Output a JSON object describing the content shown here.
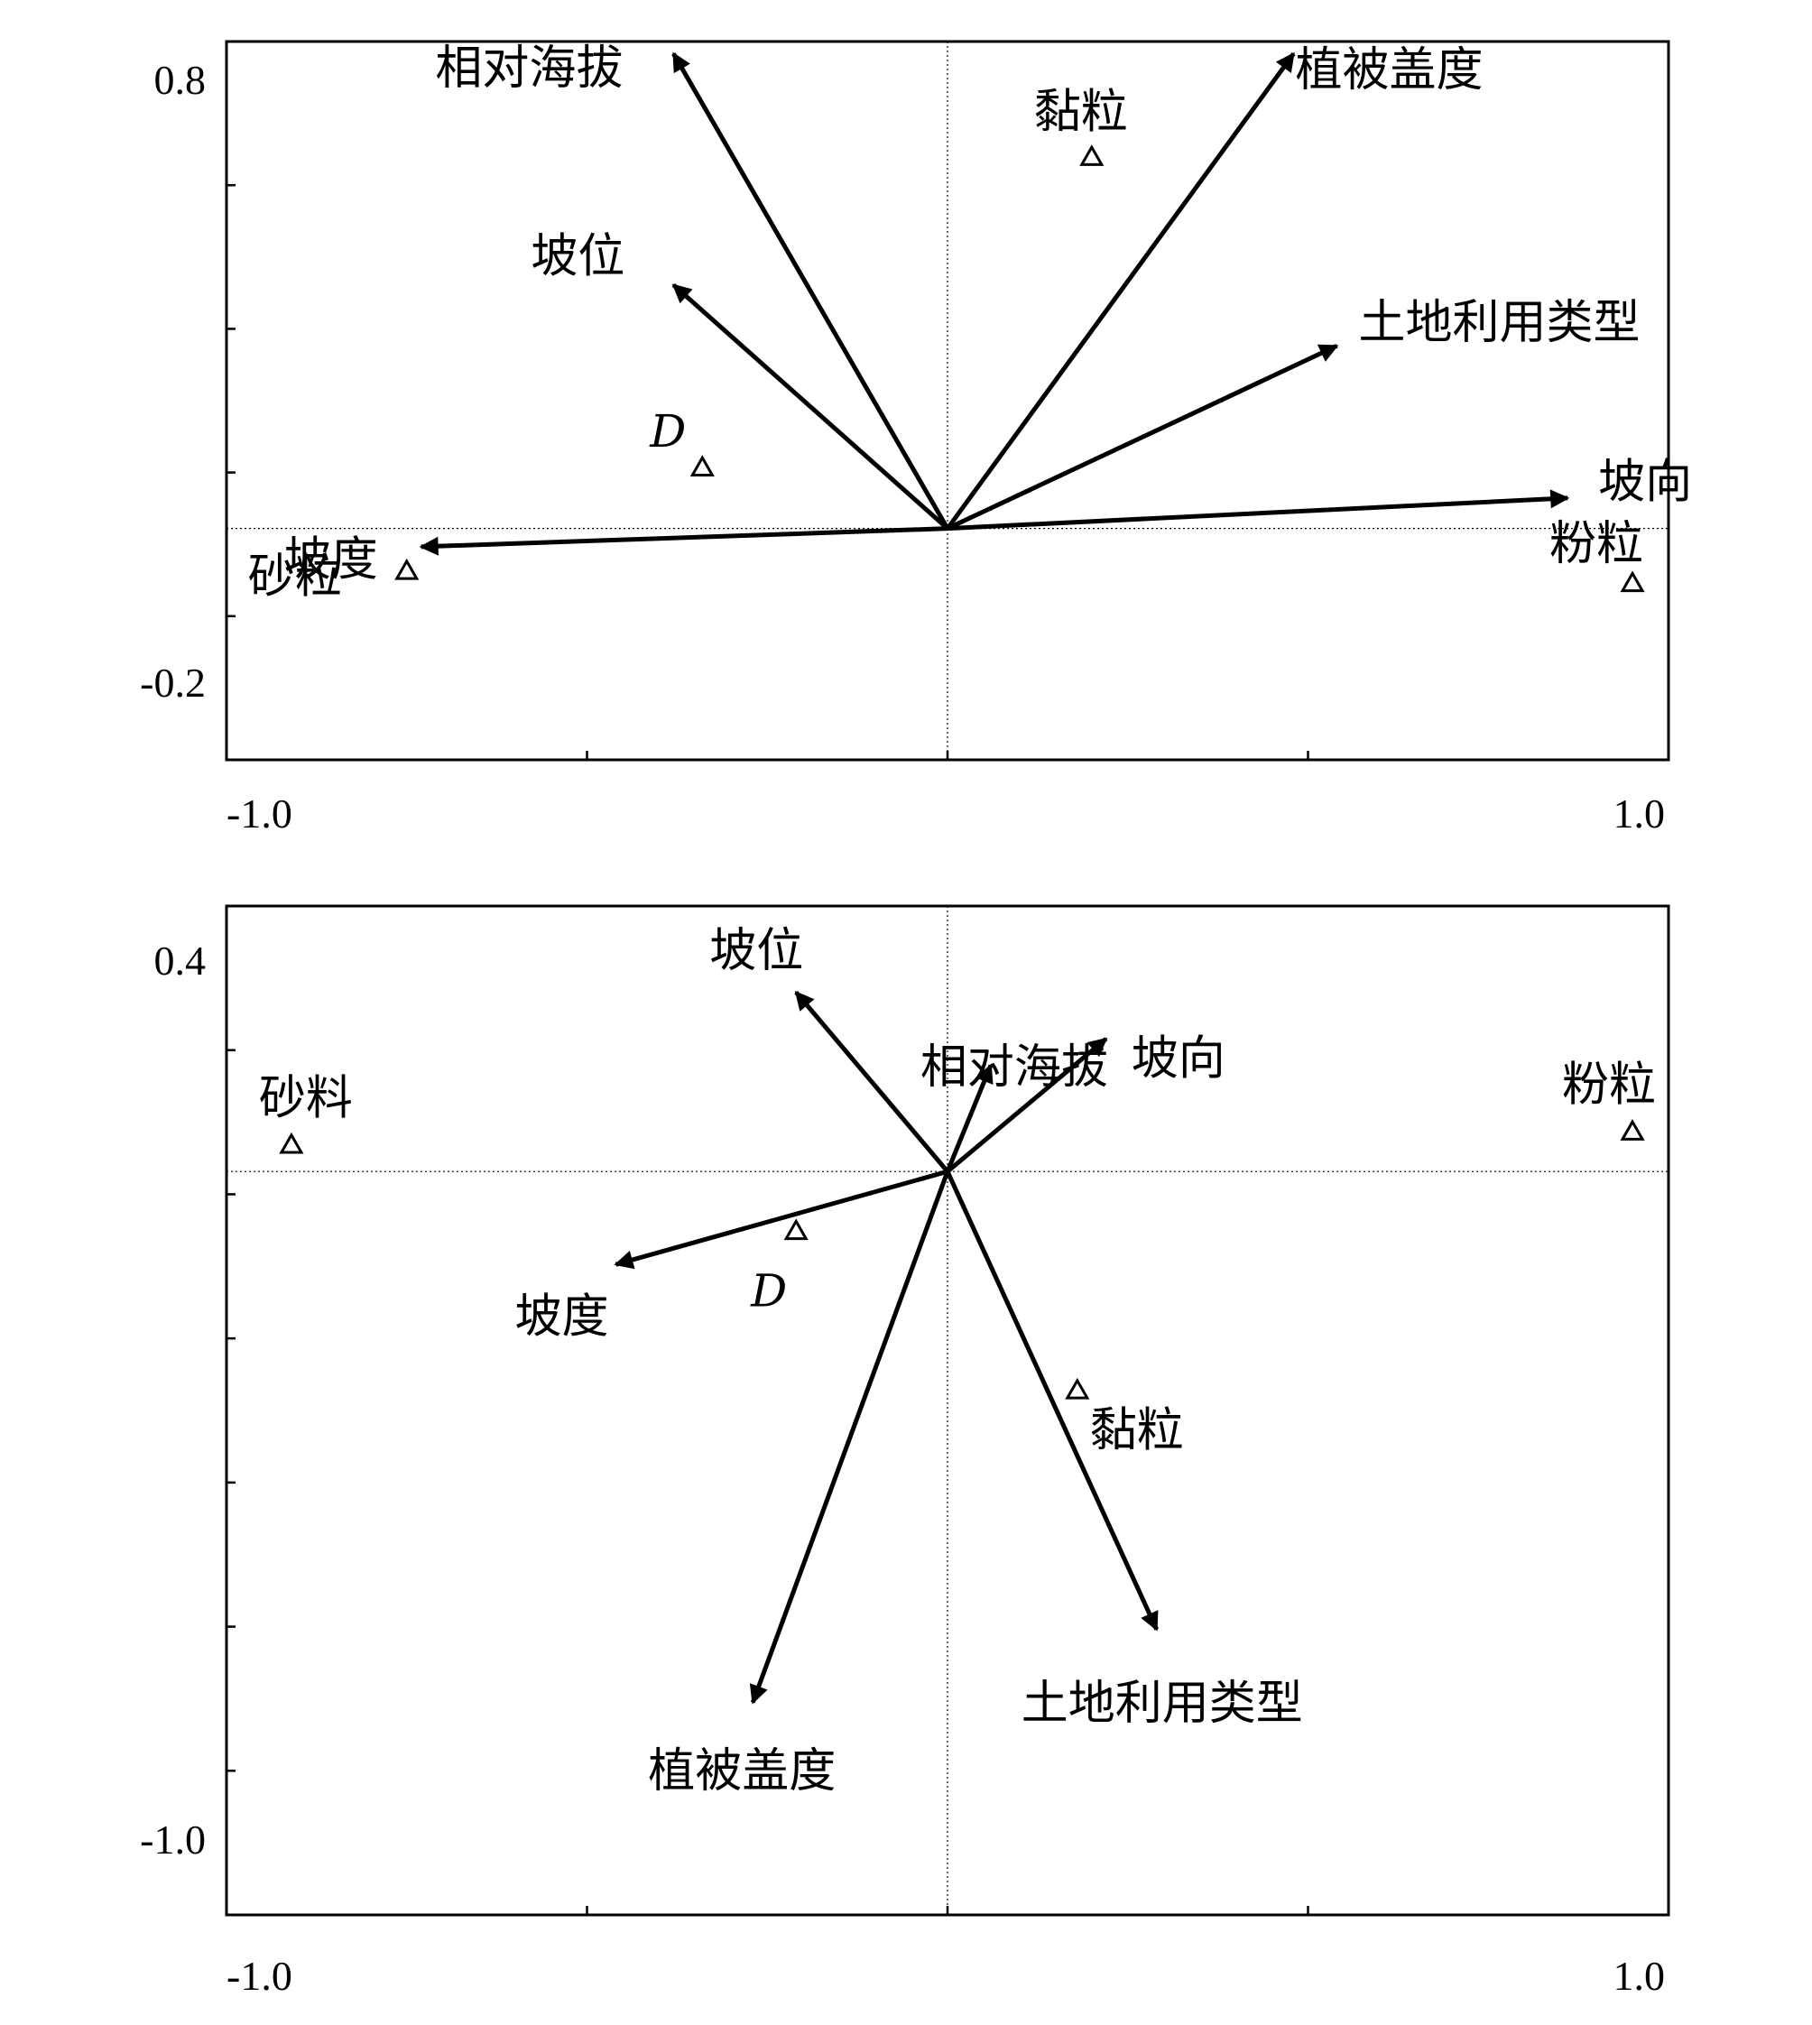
{
  "chart_data": [
    {
      "type": "scatter",
      "subtype": "rda-biplot",
      "title": "",
      "xlabel": "",
      "ylabel": "",
      "xlim": [
        -1.0,
        1.0
      ],
      "ylim": [
        -0.38,
        0.8
      ],
      "x_tick_labels": [
        "-1.0",
        "1.0"
      ],
      "y_tick_labels": [
        "0.8",
        "-0.2"
      ],
      "arrows": [
        {
          "name": "相对海拔",
          "x": -0.38,
          "y": 0.78
        },
        {
          "name": "植被盖度",
          "x": 0.48,
          "y": 0.78
        },
        {
          "name": "坡位",
          "x": -0.38,
          "y": 0.4
        },
        {
          "name": "土地利用类型",
          "x": 0.54,
          "y": 0.3
        },
        {
          "name": "坡向",
          "x": 0.86,
          "y": 0.05
        },
        {
          "name": "坡度",
          "x": -0.73,
          "y": -0.03
        }
      ],
      "points": [
        {
          "name": "黏粒",
          "x": 0.2,
          "y": 0.61
        },
        {
          "name": "D",
          "x": -0.34,
          "y": 0.1
        },
        {
          "name": "砂粒",
          "x": -0.75,
          "y": -0.07
        },
        {
          "name": "粉粒",
          "x": 0.95,
          "y": -0.09
        }
      ]
    },
    {
      "type": "scatter",
      "subtype": "rda-biplot",
      "title": "",
      "xlabel": "",
      "ylabel": "",
      "xlim": [
        -1.0,
        1.0
      ],
      "ylim": [
        -1.12,
        0.4
      ],
      "x_tick_labels": [
        "-1.0",
        "1.0"
      ],
      "y_tick_labels": [
        "0.4",
        "-1.0"
      ],
      "arrows": [
        {
          "name": "坡位",
          "x": -0.21,
          "y": 0.27
        },
        {
          "name": "相对海拔",
          "x": 0.06,
          "y": 0.16
        },
        {
          "name": "坡向",
          "x": 0.22,
          "y": 0.2
        },
        {
          "name": "坡度",
          "x": -0.46,
          "y": -0.14
        },
        {
          "name": "植被盖度",
          "x": -0.27,
          "y": -0.8
        },
        {
          "name": "土地利用类型",
          "x": 0.29,
          "y": -0.69
        }
      ],
      "points": [
        {
          "name": "砂料",
          "x": -0.91,
          "y": 0.04
        },
        {
          "name": "粉粒",
          "x": 0.95,
          "y": 0.06
        },
        {
          "name": "D",
          "x": -0.21,
          "y": -0.09
        },
        {
          "name": "黏粒",
          "x": 0.18,
          "y": -0.33
        }
      ]
    }
  ]
}
